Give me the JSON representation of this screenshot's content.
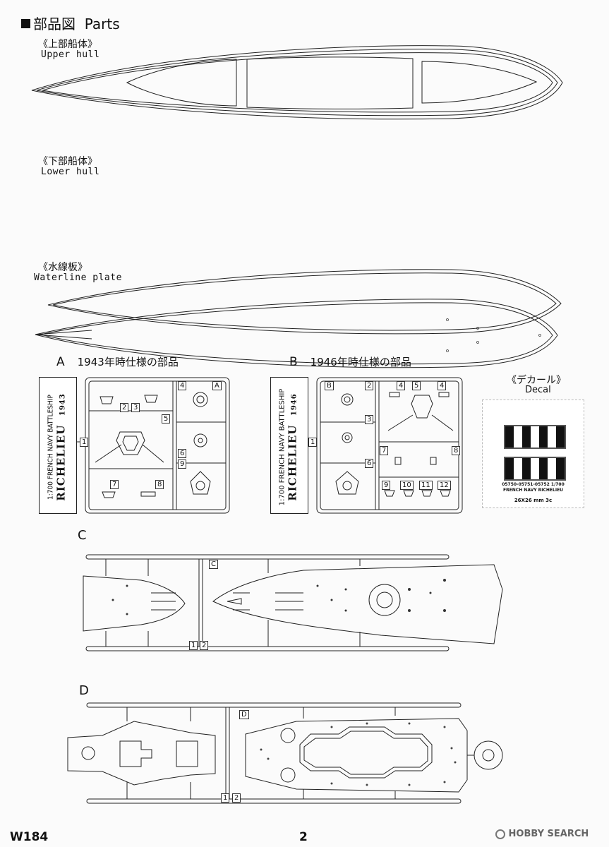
{
  "header": {
    "title_jp": "部品図",
    "title_en": "Parts"
  },
  "hulls": {
    "upper": {
      "jp": "《上部船体》",
      "en": "Upper hull"
    },
    "lower": {
      "jp": "《下部船体》",
      "en": "Lower hull"
    },
    "waterline": {
      "jp": "《水線板》",
      "en": "Waterline plate"
    }
  },
  "sprue_a": {
    "letter": "A",
    "title": "1943年時仕様の部品",
    "side_label_1": "1:700 FRENCH NAVY BATTLESHIP",
    "side_label_2": "RICHELIEU",
    "side_label_3": "1943",
    "tags": [
      "A",
      "1",
      "2",
      "3",
      "4",
      "5",
      "6",
      "7",
      "8",
      "9"
    ]
  },
  "sprue_b": {
    "letter": "B",
    "title": "1946年時仕様の部品",
    "side_label_1": "1:700 FRENCH NAVY BATTLESHIP",
    "side_label_2": "RICHELIEU",
    "side_label_3": "1946",
    "tags": [
      "B",
      "1",
      "2",
      "3",
      "4",
      "5",
      "4",
      "6",
      "7",
      "8",
      "9",
      "10",
      "11",
      "12"
    ]
  },
  "decal": {
    "jp": "《デカール》",
    "en": "Decal",
    "line1": "05750-05751-05752 1/700",
    "line2": "FRENCH NAVY RICHELIEU",
    "line3": "26X26 mm 3c"
  },
  "sprue_c": {
    "letter": "C",
    "tag": "C",
    "tag_1": "1",
    "tag_2": "2"
  },
  "sprue_d": {
    "letter": "D",
    "tag": "D",
    "tag_1": "1",
    "tag_2": "2"
  },
  "footer": {
    "code": "W184",
    "page": "2",
    "watermark": "HOBBY SEARCH"
  }
}
